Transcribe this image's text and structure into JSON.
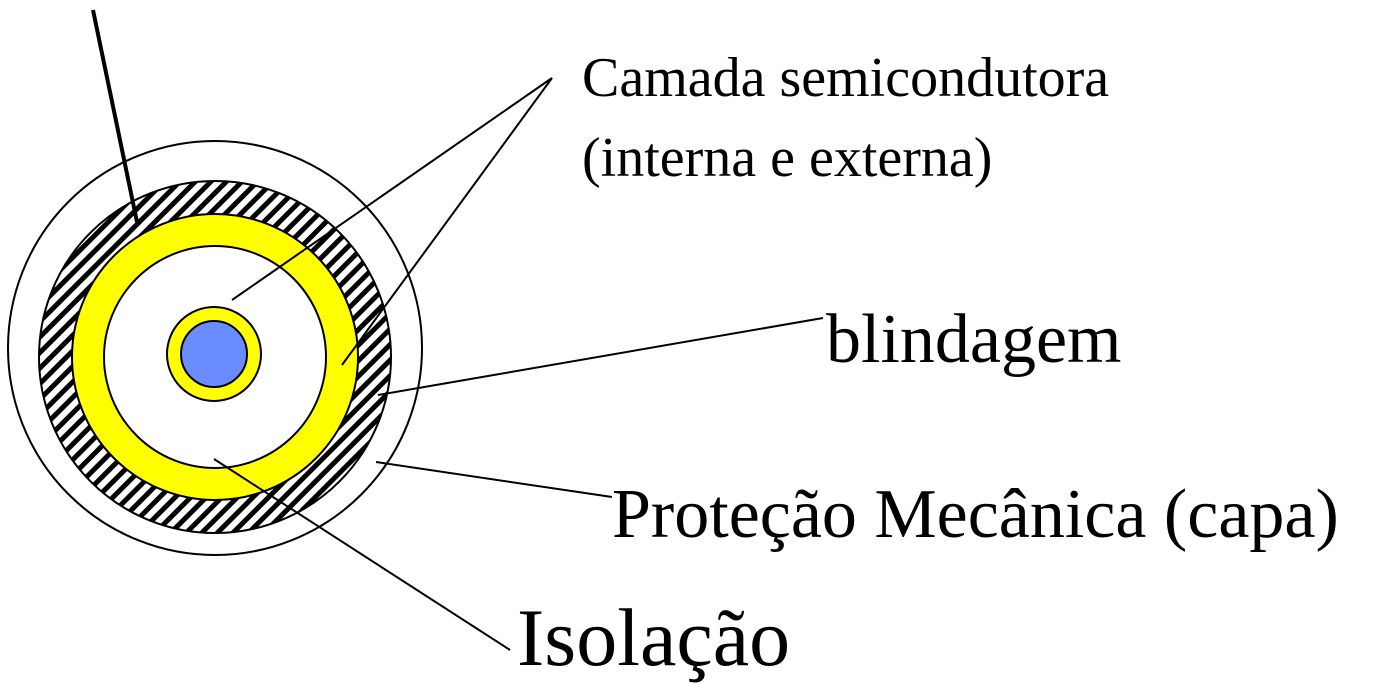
{
  "labels": {
    "semiconductor_line1": "Camada semicondutora",
    "semiconductor_line2": "(interna e externa)",
    "shield": "blindagem",
    "jacket": "Proteção Mecânica (capa)",
    "insulation": "Isolação"
  },
  "colors": {
    "conductor": "#6b8cff",
    "semiconductor": "#ffff00",
    "insulation": "#ffffff",
    "shield_hatch": "#000000",
    "jacket": "#ffffff",
    "outline": "#000000"
  },
  "icons": {
    "cable_cross_section": "concentric-rings-cable"
  }
}
